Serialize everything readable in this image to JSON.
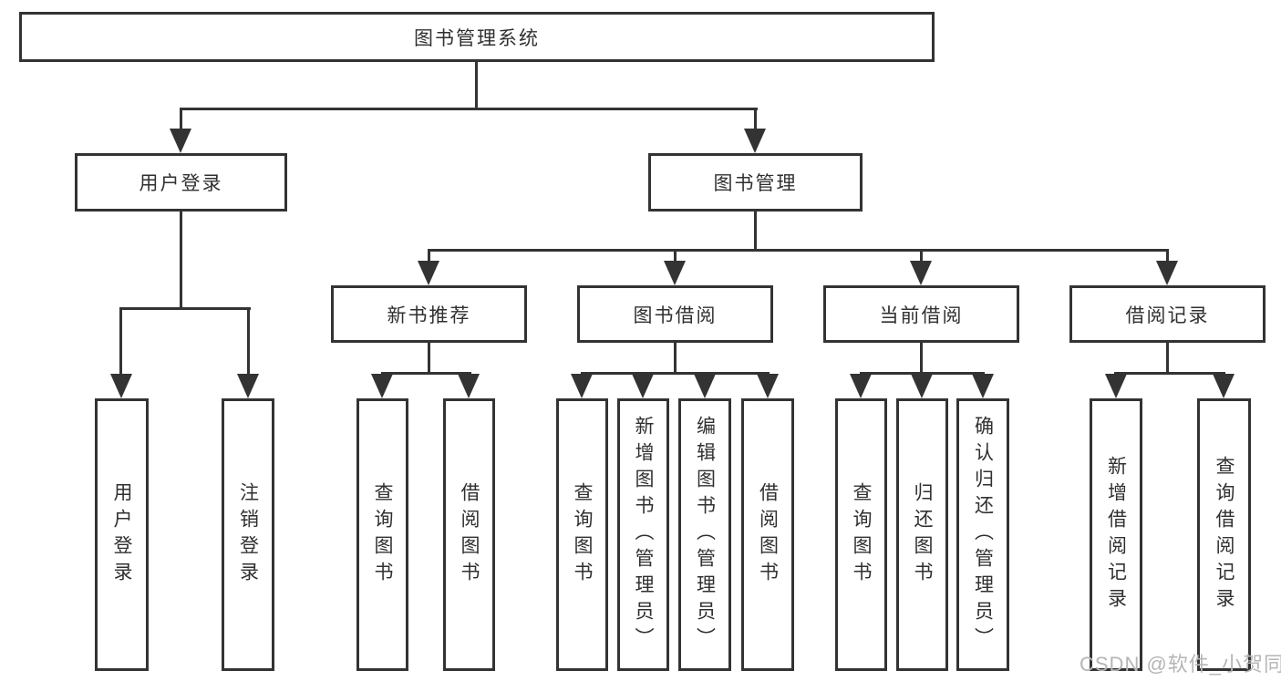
{
  "watermark": "CSDN @软件_小贺同学",
  "colors": {
    "line": "#333333",
    "text": "#303030",
    "bg": "#ffffff",
    "watermark": "#b5b5b5"
  },
  "tree": {
    "root": {
      "label": "图书管理系统"
    },
    "login": {
      "label": "用户登录",
      "children": [
        {
          "label": "用户登录"
        },
        {
          "label": "注销登录"
        }
      ]
    },
    "management": {
      "label": "图书管理",
      "groups": [
        {
          "label": "新书推荐",
          "children": [
            {
              "label": "查询图书"
            },
            {
              "label": "借阅图书"
            }
          ]
        },
        {
          "label": "图书借阅",
          "children": [
            {
              "label": "查询图书"
            },
            {
              "label": "新增图书（管理员）"
            },
            {
              "label": "编辑图书（管理员）"
            },
            {
              "label": "借阅图书"
            }
          ]
        },
        {
          "label": "当前借阅",
          "children": [
            {
              "label": "查询图书"
            },
            {
              "label": "归还图书"
            },
            {
              "label": "确认归还（管理员）"
            }
          ]
        },
        {
          "label": "借阅记录",
          "children": [
            {
              "label": "新增借阅记录"
            },
            {
              "label": "查询借阅记录"
            }
          ]
        }
      ]
    }
  }
}
